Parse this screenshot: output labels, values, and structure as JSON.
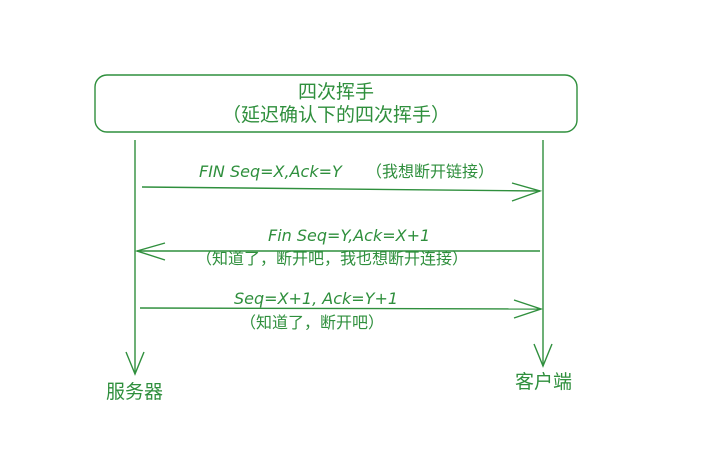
{
  "title": {
    "line1": "四次挥手",
    "line2": "（延迟确认下的四次挥手）"
  },
  "participants": {
    "left": "服务器",
    "right": "客户端"
  },
  "messages": [
    {
      "text": "FIN Seq=X,Ack=Y",
      "note": "（我想断开链接）"
    },
    {
      "text": "Fin Seq=Y,Ack=X+1",
      "note": "（知道了，断开吧，我也想断开连接）"
    },
    {
      "text": "Seq=X+1, Ack=Y+1",
      "note": "（知道了，断开吧）"
    }
  ],
  "colors": {
    "stroke": "#2f8f3d"
  }
}
